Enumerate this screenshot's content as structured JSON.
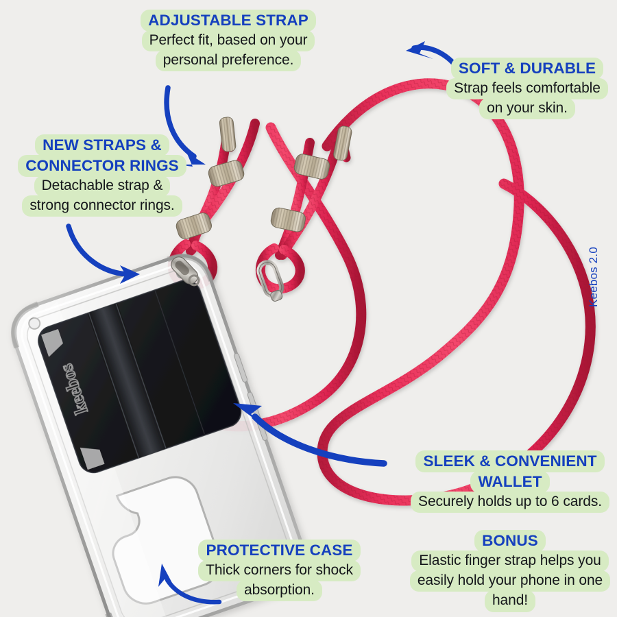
{
  "meta": {
    "title": "Keebos 2.0 crossbody phone case infographic",
    "background_color": "#EFEEEC",
    "accent_blue": "#1540BE",
    "highlight_green": "#D7EBC3",
    "cord_pink": "#E62E55",
    "metal_beige": "#B9AC96",
    "wallet_black": "#171717"
  },
  "brand": {
    "vertical_label": "Keebos 2.0",
    "wallet_logo": "keebos"
  },
  "callouts": [
    {
      "id": "adjustable-strap",
      "heading": "ADJUSTABLE STRAP",
      "body_lines": [
        "Perfect fit, based on your",
        "personal preference."
      ],
      "align": "center"
    },
    {
      "id": "soft-durable",
      "heading": "SOFT & DURABLE",
      "body_lines": [
        "Strap feels comfortable",
        "on your skin."
      ],
      "align": "center"
    },
    {
      "id": "new-straps-connector-rings",
      "heading_lines": [
        "NEW STRAPS &",
        "CONNECTOR RINGS"
      ],
      "body_lines": [
        "Detachable strap &",
        "strong connector rings."
      ],
      "align": "center"
    },
    {
      "id": "sleek-convenient-wallet",
      "heading_lines": [
        "SLEEK & CONVENIENT",
        "WALLET"
      ],
      "body_lines": [
        "Securely holds up to 6 cards."
      ],
      "align": "center"
    },
    {
      "id": "bonus",
      "heading": "BONUS",
      "body_lines": [
        "Elastic finger strap helps you",
        "easily hold your phone in one",
        "hand!"
      ],
      "align": "center"
    },
    {
      "id": "protective-case",
      "heading": "PROTECTIVE CASE",
      "body_lines": [
        "Thick corners for shock",
        "absorption."
      ],
      "align": "center"
    }
  ],
  "arrows": [
    {
      "id": "arrow-to-strap-adjuster",
      "points_to": "rope-adjuster-ring",
      "direction": "down-right"
    },
    {
      "id": "arrow-to-rope-loop",
      "points_to": "rope-top-loop",
      "direction": "down-left"
    },
    {
      "id": "arrow-to-connector-ring",
      "points_to": "carabiner-clip-left",
      "direction": "right"
    },
    {
      "id": "arrow-to-wallet",
      "points_to": "card-wallet",
      "direction": "up-left"
    },
    {
      "id": "arrow-to-case-corner",
      "points_to": "case-bottom-corner",
      "direction": "up-left"
    }
  ],
  "product": {
    "case": {
      "name": "transparent-phone-case",
      "finish": "clear TPU"
    },
    "wallet": {
      "name": "card-wallet",
      "color": "black",
      "capacity_text": "6 cards"
    },
    "finger_strap": {
      "name": "elastic-finger-strap"
    },
    "cord": {
      "name": "pink-braided-lanyard"
    },
    "rings": {
      "name": "metal-connector-rings"
    },
    "clips": {
      "name": "carabiner-clips",
      "count": 2
    }
  }
}
